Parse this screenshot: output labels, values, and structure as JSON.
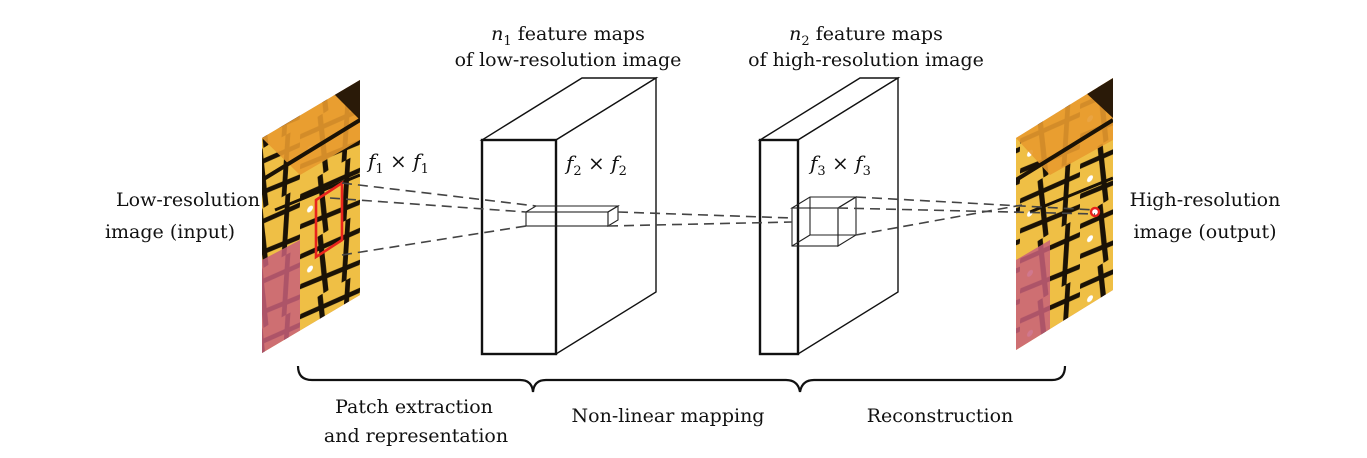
{
  "input": {
    "line1": "Low-resolution",
    "line2": "image (input)"
  },
  "output": {
    "line1": "High-resolution",
    "line2": "image (output)"
  },
  "maps1": {
    "var": "n",
    "sub": "1",
    "line1_rest": " feature maps",
    "line2": "of low-resolution image"
  },
  "maps2": {
    "var": "n",
    "sub": "2",
    "line1_rest": " feature maps",
    "line2": "of high-resolution image"
  },
  "filters": {
    "f1": {
      "var": "f",
      "sub": "1",
      "times": "×"
    },
    "f2": {
      "var": "f",
      "sub": "2",
      "times": "×"
    },
    "f3": {
      "var": "f",
      "sub": "3",
      "times": "×"
    }
  },
  "stages": {
    "patch": {
      "line1": "Patch extraction",
      "line2": "and representation"
    },
    "mapping": "Non-linear mapping",
    "reconstruction": "Reconstruction"
  },
  "colors": {
    "patch_highlight": "#e8231c",
    "wing_orange": "#e9a43a",
    "wing_yellow": "#f0c94a",
    "vein_black": "#1a1206"
  }
}
